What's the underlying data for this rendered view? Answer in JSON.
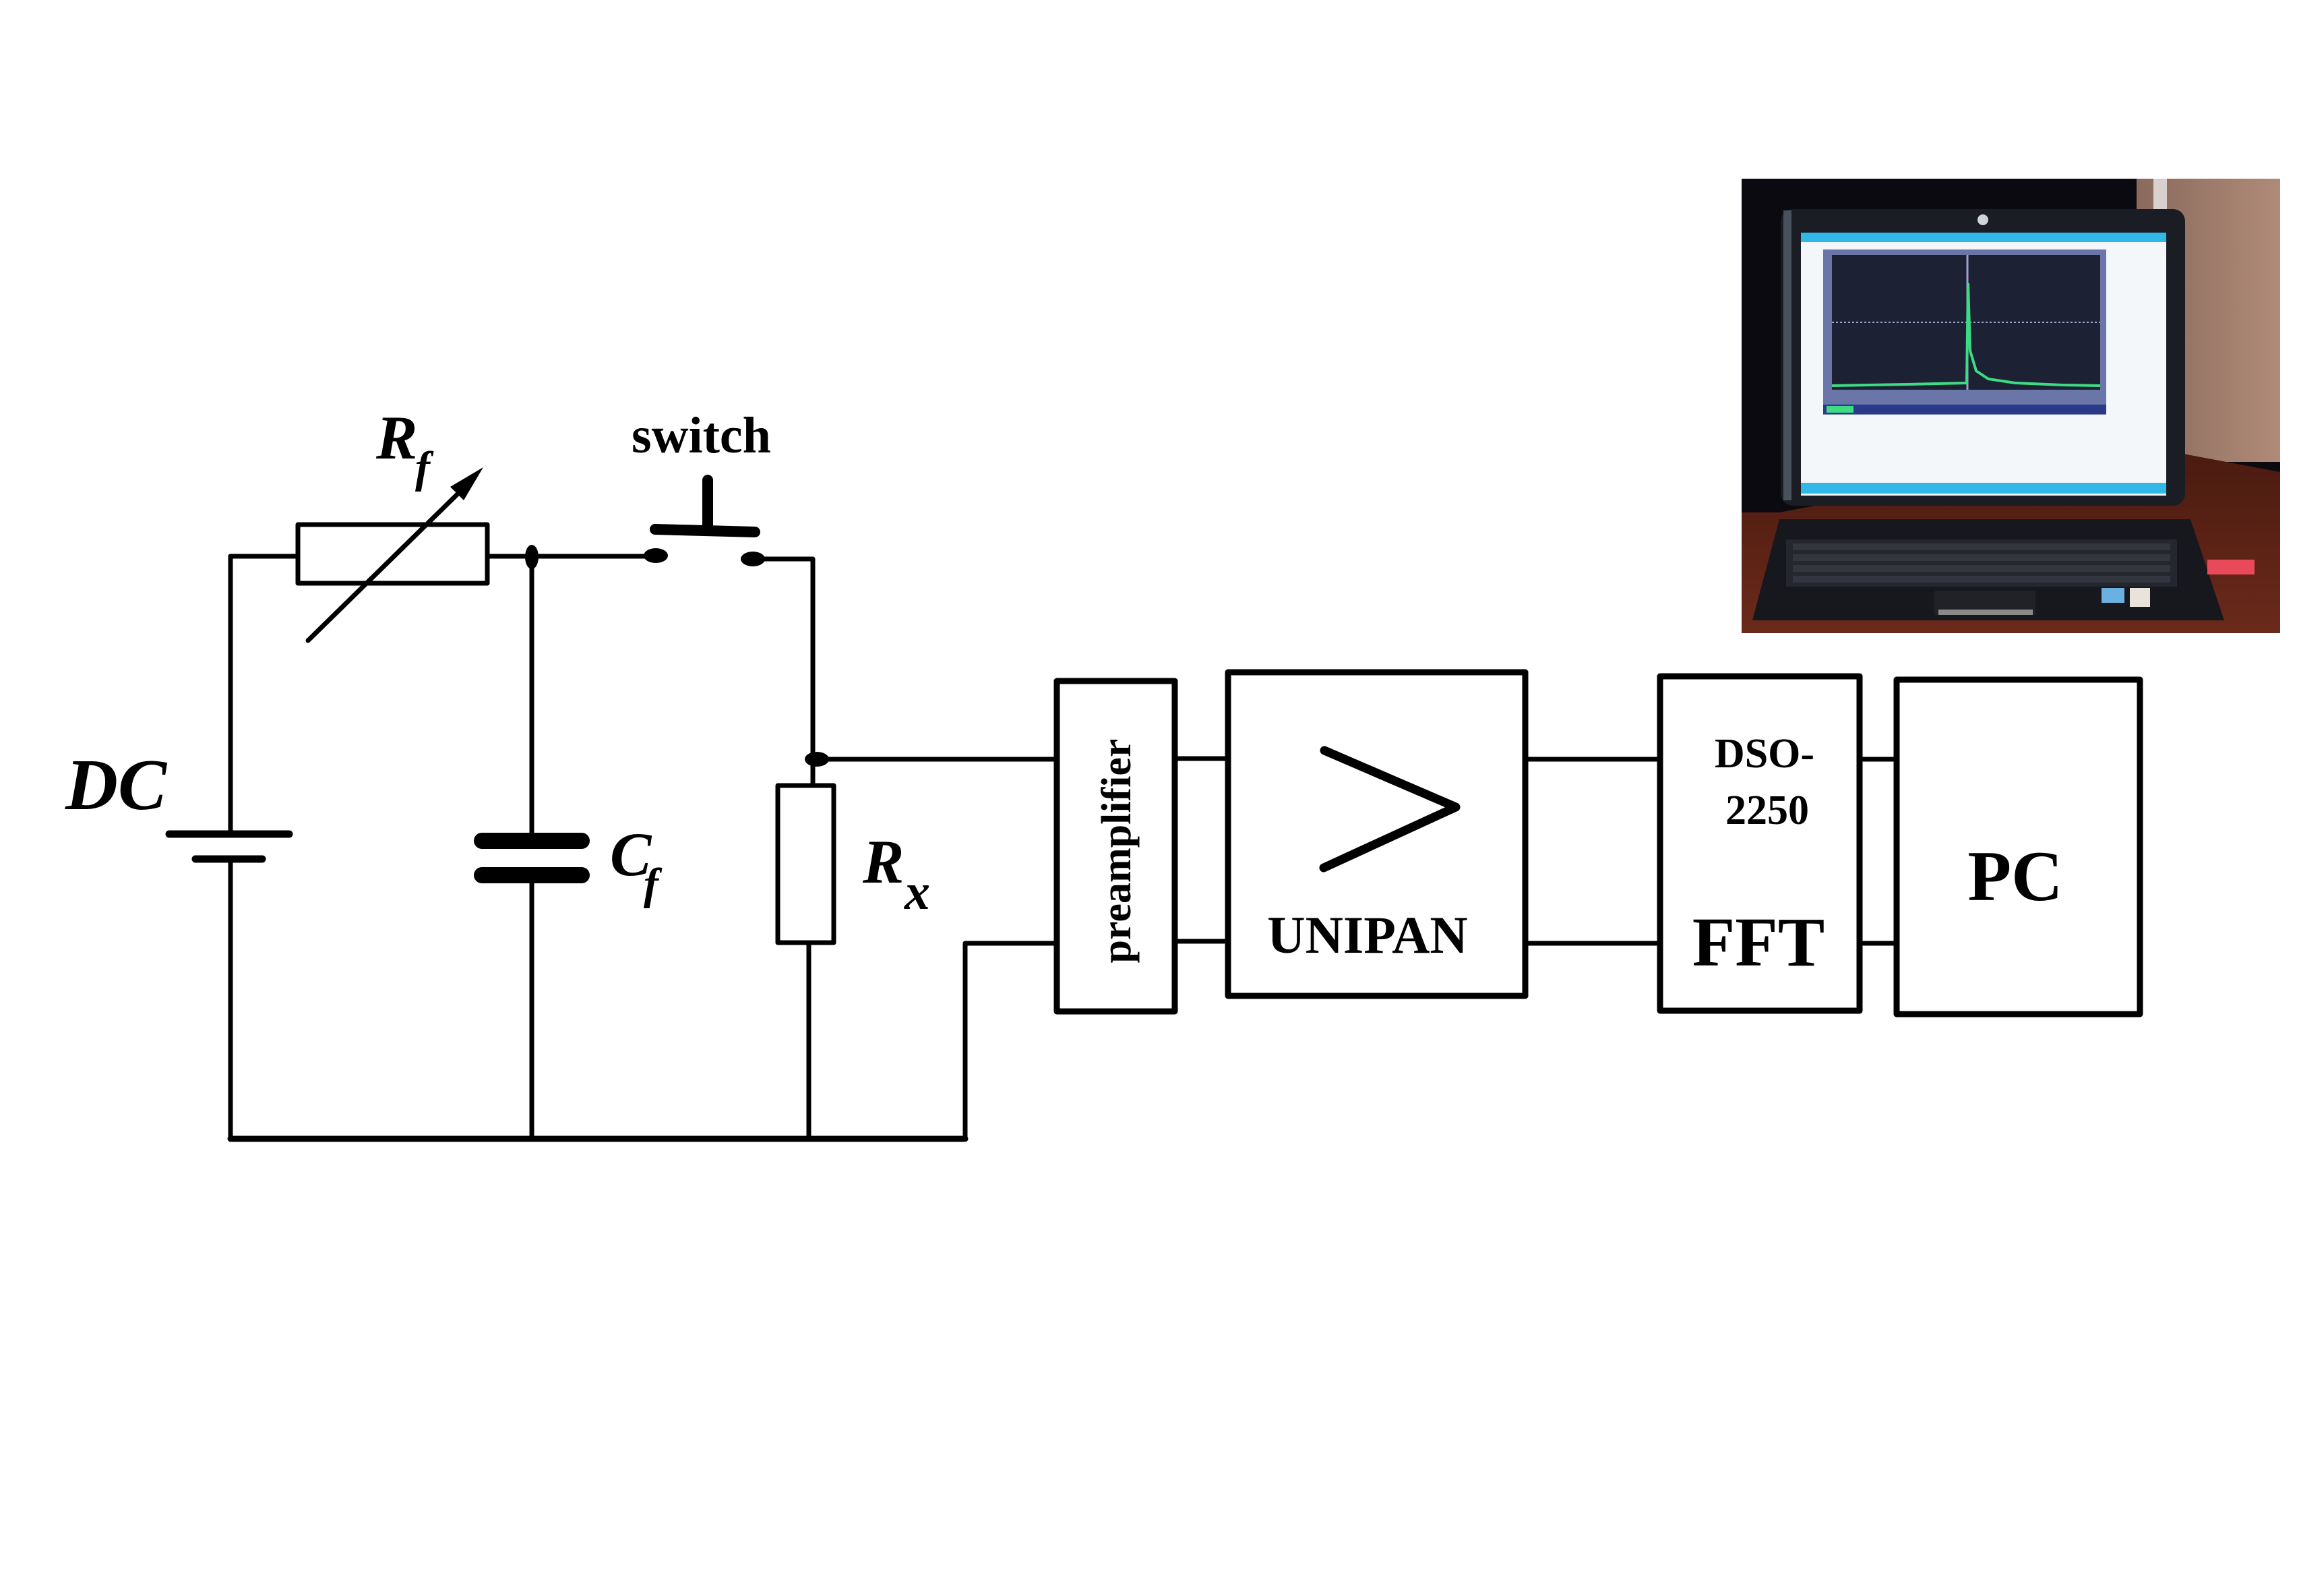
{
  "figure": {
    "type": "circuit-and-block-diagram",
    "circuit": {
      "source_label": "DC",
      "resistor_variable": {
        "main": "R",
        "sub": "f"
      },
      "capacitor": {
        "main": "C",
        "sub": "f"
      },
      "switch_label": "switch",
      "load_resistor": {
        "main": "R",
        "sub": "x"
      }
    },
    "blocks": [
      {
        "id": "preamplifier",
        "lines": [
          "preamplifier"
        ],
        "orientation": "vertical"
      },
      {
        "id": "unipan",
        "lines": [
          "UNIPAN"
        ],
        "symbol": "amplifier-triangle"
      },
      {
        "id": "dso",
        "lines": [
          "DSO-",
          "2250",
          "FFT"
        ]
      },
      {
        "id": "pc",
        "lines": [
          "PC"
        ]
      }
    ],
    "photo": {
      "subject": "laptop displaying FFT spectrum",
      "screen_colors": {
        "plot_bg": "#1c2233",
        "trace": "#3ddc84",
        "titlebar": "#2fb8e8"
      }
    }
  }
}
